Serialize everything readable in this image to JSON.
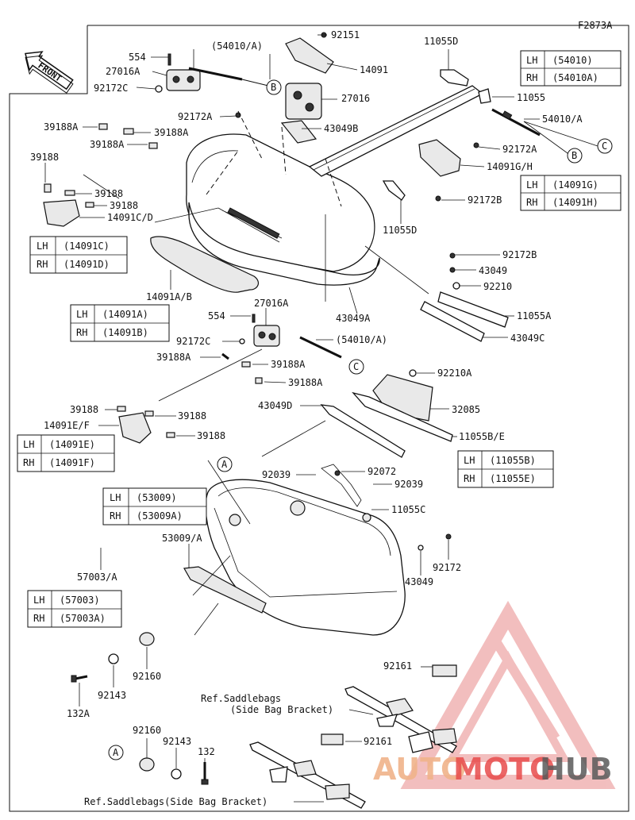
{
  "diagram_code": "F2873A",
  "front_label": "FRONT",
  "callouts": {
    "A": "A",
    "B": "B",
    "C": "C"
  },
  "labels": {
    "l554_top": "554",
    "l27016A_top": "27016A",
    "l92172C_top": "92172C",
    "l54010A_top": "(54010/A)",
    "l92151": "92151",
    "l14091": "14091",
    "l27016": "27016",
    "l43049B": "43049B",
    "l92172A_left": "92172A",
    "l11055D": "11055D",
    "l11055": "11055",
    "l54010A_right": "54010/A",
    "l92172A_right": "92172A",
    "l14091GH": "14091G/H",
    "l92172B_mid": "92172B",
    "l11055D_low": "11055D",
    "l39188A_1": "39188A",
    "l39188A_2": "39188A",
    "l39188A_3": "39188A",
    "l39188_top": "39188",
    "l39188_a": "39188",
    "l39188_b": "39188",
    "l14091CD": "14091C/D",
    "l14091AB": "14091A/B",
    "l43049A": "43049A",
    "l92172B_r": "92172B",
    "l43049_r": "43049",
    "l92210": "92210",
    "l11055A": "11055A",
    "l43049C": "43049C",
    "l554_mid": "554",
    "l27016A_mid": "27016A",
    "l92172C_mid": "92172C",
    "l54010A_mid": "(54010/A)",
    "l39188A_m1": "39188A",
    "l39188A_m2": "39188A",
    "l39188A_m3": "39188A",
    "l92210A": "92210A",
    "l43049D": "43049D",
    "l32085": "32085",
    "l11055BE": "11055B/E",
    "l39188_m1": "39188",
    "l14091EF": "14091E/F",
    "l39188_m2": "39188",
    "l39188_m3": "39188",
    "l92039_l": "92039",
    "l92072": "92072",
    "l92039_r": "92039",
    "l11055C": "11055C",
    "l53009A": "53009/A",
    "l43049_b": "43049",
    "l92172": "92172",
    "l57003A": "57003/A",
    "l92160_a": "92160",
    "l92143_a": "92143",
    "l132A": "132A",
    "l92161_a": "92161",
    "l92160_b": "92160",
    "l92143_b": "92143",
    "l132": "132",
    "l92161_b": "92161",
    "ref1_line1": "Ref.Saddlebags",
    "ref1_line2": "(Side Bag Bracket)",
    "ref2": "Ref.Saddlebags(Side Bag Bracket)"
  },
  "tables": [
    {
      "rows": [
        [
          "LH",
          "(54010)"
        ],
        [
          "RH",
          "(54010A)"
        ]
      ]
    },
    {
      "rows": [
        [
          "LH",
          "(14091G)"
        ],
        [
          "RH",
          "(14091H)"
        ]
      ]
    },
    {
      "rows": [
        [
          "LH",
          "(14091C)"
        ],
        [
          "RH",
          "(14091D)"
        ]
      ]
    },
    {
      "rows": [
        [
          "LH",
          "(14091A)"
        ],
        [
          "RH",
          "(14091B)"
        ]
      ]
    },
    {
      "rows": [
        [
          "LH",
          "(14091E)"
        ],
        [
          "RH",
          "(14091F)"
        ]
      ]
    },
    {
      "rows": [
        [
          "LH",
          "(11055B)"
        ],
        [
          "RH",
          "(11055E)"
        ]
      ]
    },
    {
      "rows": [
        [
          "LH",
          "(53009)"
        ],
        [
          "RH",
          "(53009A)"
        ]
      ]
    },
    {
      "rows": [
        [
          "LH",
          "(57003)"
        ],
        [
          "RH",
          "(57003A)"
        ]
      ]
    }
  ],
  "watermark": {
    "word_part1": "AUTO",
    "word_part2": "MOTO",
    "word_part3": "HUB",
    "color_main": "#e84c4c",
    "color_dark": "#5a5a5a"
  }
}
